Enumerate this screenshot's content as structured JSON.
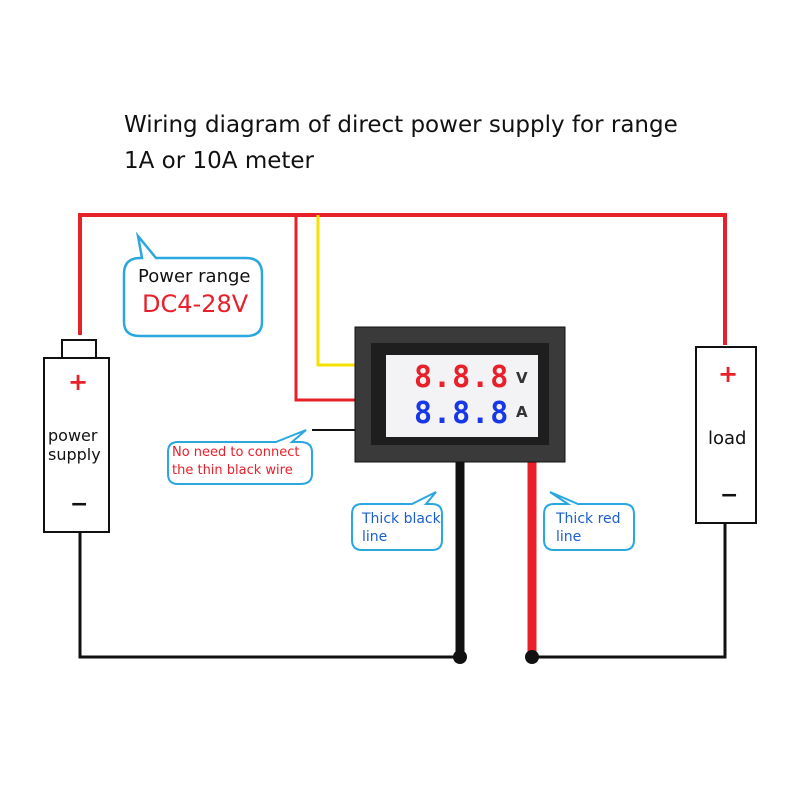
{
  "title": {
    "line1": "Wiring diagram of direct power supply for range",
    "line2": "1A or 10A meter"
  },
  "power_range": {
    "label": "Power range",
    "value": "DC4-28V"
  },
  "power_supply": {
    "label": "power\nsupply",
    "plus": "+",
    "minus": "−"
  },
  "load": {
    "label": "load",
    "plus": "+",
    "minus": "−"
  },
  "meter": {
    "voltage_digits": "8.8.8",
    "voltage_unit": "V",
    "current_digits": "8.8.8",
    "current_unit": "A"
  },
  "callouts": {
    "thin_black": "No need to connect\nthe thin black wire",
    "thick_black": "Thick black\nline",
    "thick_red": "Thick red\nline"
  },
  "colors": {
    "red_wire": "#e8202a",
    "yellow_wire": "#f5e000",
    "black_wire": "#111111",
    "callout_border": "#2aa7e0",
    "callout_text_red": "#e8202a",
    "callout_text_blue": "#1a5fd0",
    "voltage_digits": "#e8202a",
    "current_digits": "#1638e8"
  }
}
